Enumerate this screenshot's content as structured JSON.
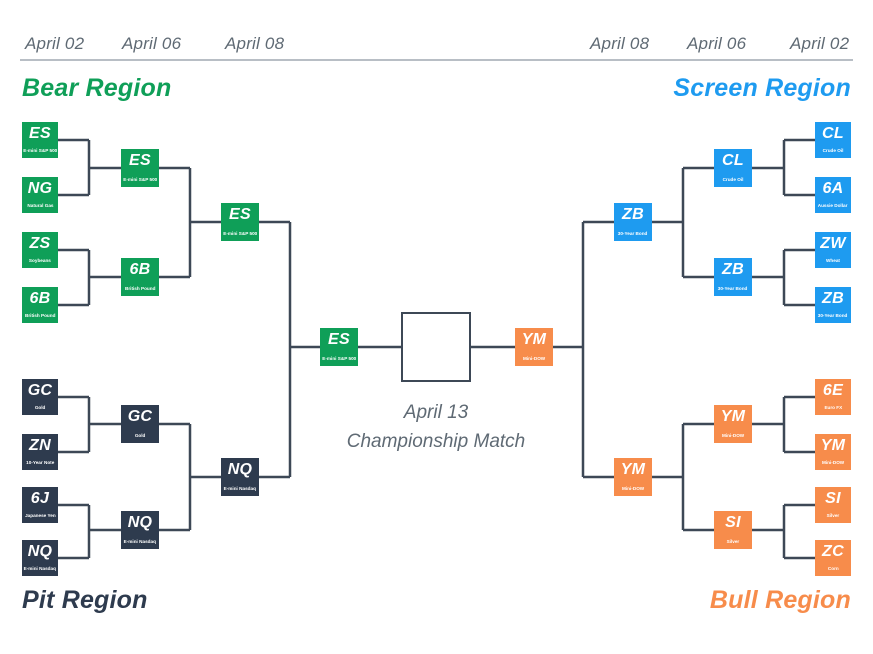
{
  "header": {
    "dates_left": [
      "April 02",
      "April 06",
      "April 08"
    ],
    "dates_right": [
      "April 08",
      "April 06",
      "April 02"
    ]
  },
  "regions": {
    "bear": {
      "label": "Bear Region",
      "color": "#0f9f58"
    },
    "screen": {
      "label": "Screen Region",
      "color": "#1e9bf0"
    },
    "pit": {
      "label": "Pit Region",
      "color": "#2e3b4e"
    },
    "bull": {
      "label": "Bull Region",
      "color": "#f78c4b"
    }
  },
  "championship": {
    "line1": "April 13",
    "line2": "Championship Match"
  },
  "bracket": {
    "bear": {
      "round1": [
        {
          "symbol": "ES",
          "name": "E-mini S&P 500"
        },
        {
          "symbol": "NG",
          "name": "Natural Gas"
        },
        {
          "symbol": "ZS",
          "name": "Soybeans"
        },
        {
          "symbol": "6B",
          "name": "British Pound"
        }
      ],
      "round2": [
        {
          "symbol": "ES",
          "name": "E-mini S&P 500"
        },
        {
          "symbol": "6B",
          "name": "British Pound"
        }
      ],
      "round3": [
        {
          "symbol": "ES",
          "name": "E-mini S&P 500"
        }
      ]
    },
    "pit": {
      "round1": [
        {
          "symbol": "GC",
          "name": "Gold"
        },
        {
          "symbol": "ZN",
          "name": "10-Year Note"
        },
        {
          "symbol": "6J",
          "name": "Japanese Yen"
        },
        {
          "symbol": "NQ",
          "name": "E-mini Nasdaq"
        }
      ],
      "round2": [
        {
          "symbol": "GC",
          "name": "Gold"
        },
        {
          "symbol": "NQ",
          "name": "E-mini Nasdaq"
        }
      ],
      "round3": [
        {
          "symbol": "NQ",
          "name": "E-mini Nasdaq"
        }
      ]
    },
    "screen": {
      "round1": [
        {
          "symbol": "CL",
          "name": "Crude Oil"
        },
        {
          "symbol": "6A",
          "name": "Aussie Dollar"
        },
        {
          "symbol": "ZW",
          "name": "Wheat"
        },
        {
          "symbol": "ZB",
          "name": "30-Year Bond"
        }
      ],
      "round2": [
        {
          "symbol": "CL",
          "name": "Crude Oil"
        },
        {
          "symbol": "ZB",
          "name": "30-Year Bond"
        }
      ],
      "round3": [
        {
          "symbol": "ZB",
          "name": "30-Year Bond"
        }
      ]
    },
    "bull": {
      "round1": [
        {
          "symbol": "6E",
          "name": "Euro FX"
        },
        {
          "symbol": "YM",
          "name": "Mini-DOW"
        },
        {
          "symbol": "SI",
          "name": "Silver"
        },
        {
          "symbol": "ZC",
          "name": "Corn"
        }
      ],
      "round2": [
        {
          "symbol": "YM",
          "name": "Mini-DOW"
        },
        {
          "symbol": "SI",
          "name": "Silver"
        }
      ],
      "round3": [
        {
          "symbol": "YM",
          "name": "Mini-DOW"
        }
      ]
    },
    "finalists": {
      "left": {
        "symbol": "ES",
        "name": "E-mini S&P 500"
      },
      "right": {
        "symbol": "YM",
        "name": "Mini-DOW"
      }
    }
  }
}
